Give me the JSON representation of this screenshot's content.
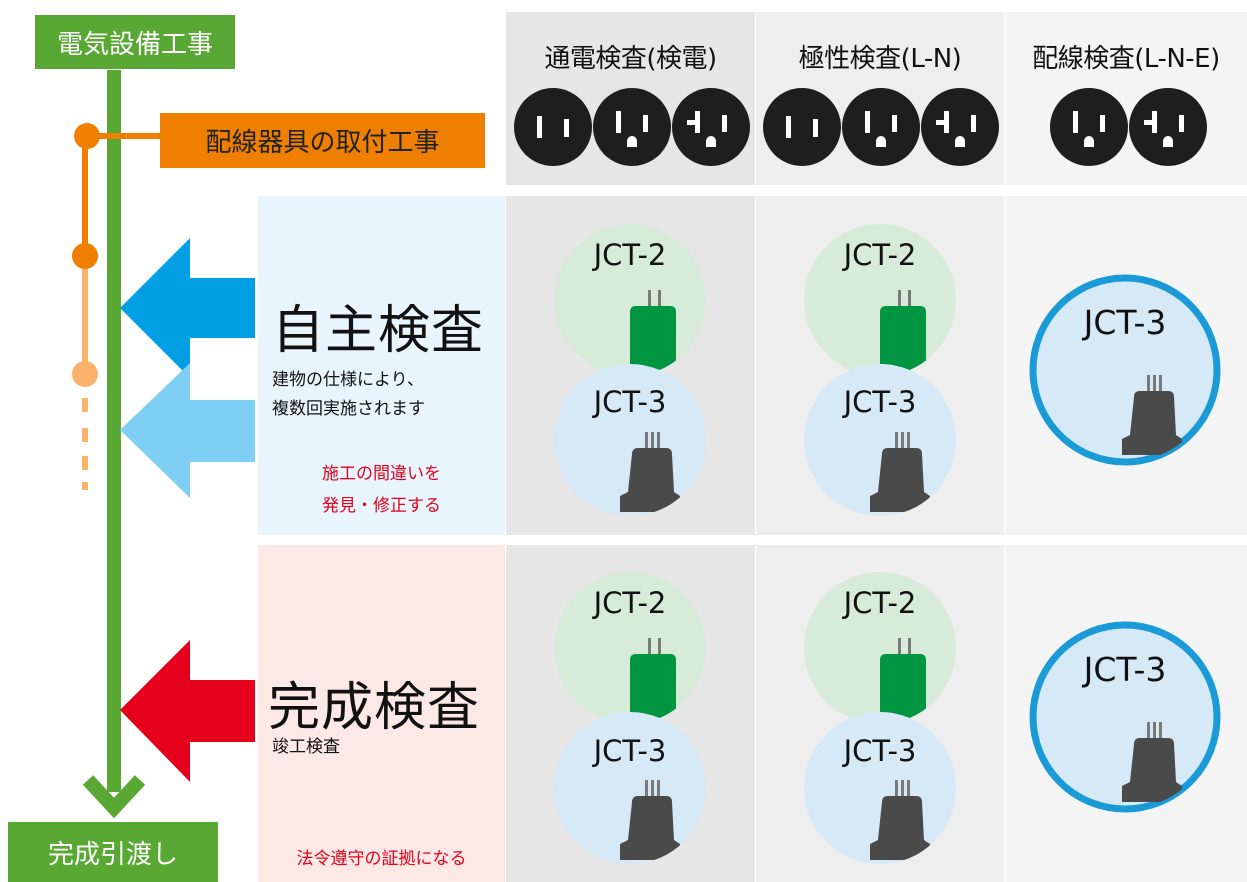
{
  "flow": {
    "start_label": "電気設備工事",
    "wiring_label": "配線器具の取付工事",
    "end_label": "完成引渡し"
  },
  "columns": [
    {
      "title": "通電検査(検電)"
    },
    {
      "title": "極性検査(L-N)"
    },
    {
      "title": "配線検査(L-N-E)"
    }
  ],
  "rows": {
    "self_inspection": {
      "title": "自主検査",
      "subtitle_lines": [
        "建物の仕様により、",
        "複数回実施されます"
      ],
      "note_lines": [
        "施工の間違いを",
        "発見・修正する"
      ]
    },
    "final_inspection": {
      "title": "完成検査",
      "subtitle_lines": [
        "竣工検査"
      ],
      "note_lines": [
        "法令遵守の証拠になる"
      ]
    }
  },
  "testers": {
    "jct2": "JCT-2",
    "jct3": "JCT-3"
  },
  "colors": {
    "green_flow": "#5aa834",
    "orange_flow": "#ee7f00",
    "blue_arrow": "#009fe3",
    "light_blue_arrow": "#7fcef3",
    "red_arrow": "#e5001c",
    "jct2_body": "#009540",
    "jct3_body": "#4a4a4a",
    "jct3_ring": "#1a9ad6"
  }
}
